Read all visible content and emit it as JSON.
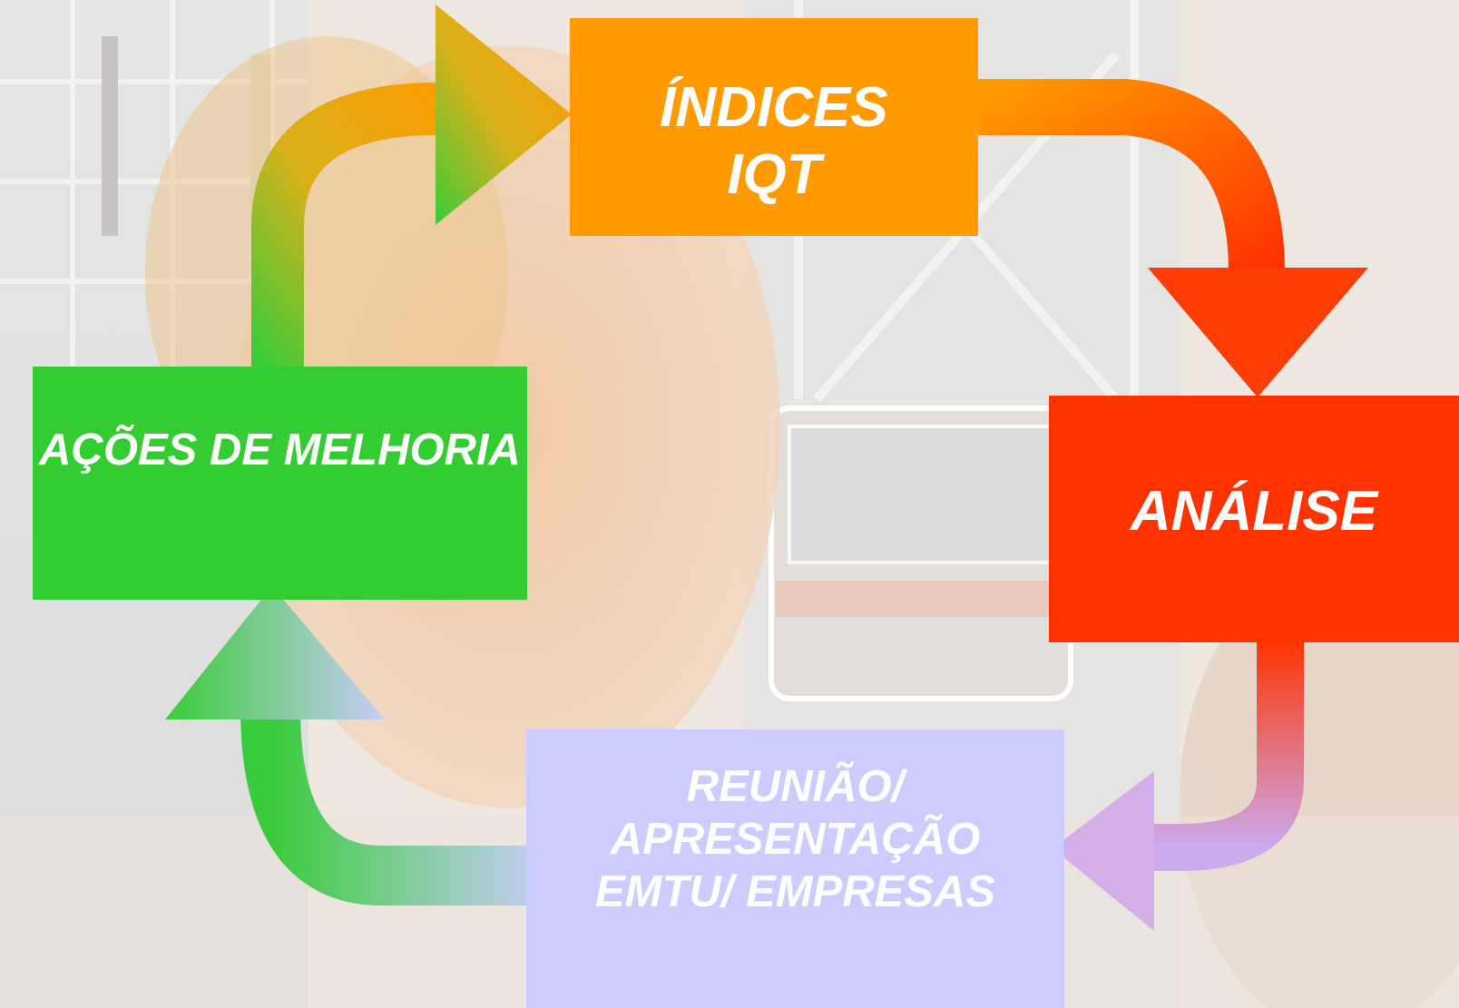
{
  "colors": {
    "indices_box": "#ff9a00",
    "analise_box": "#ff3300",
    "acoes_box": "#33cc33",
    "reuniao_box": "#ccccff",
    "text": "#ffffff"
  },
  "cycle": {
    "indices": {
      "lines": [
        "ÍNDICES",
        "IQT"
      ]
    },
    "analise": {
      "lines": [
        "ANÁLISE"
      ]
    },
    "reuniao": {
      "lines": [
        "REUNIÃO/",
        "APRESENTAÇÃO",
        "EMTU/ EMPRESAS"
      ]
    },
    "acoes": {
      "lines": [
        "AÇÕES DE MELHORIA"
      ]
    }
  }
}
